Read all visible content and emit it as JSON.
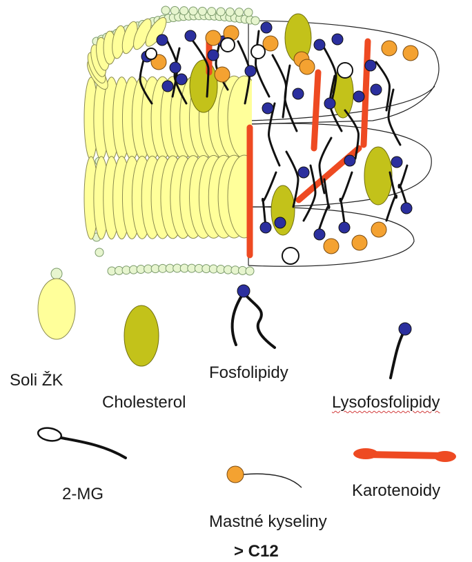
{
  "legend": {
    "bile_salts": "Soli   ŽK",
    "cholesterol": "Cholesterol",
    "phospholipids": "Fosfolipidy",
    "lysophospholipids": "Lysofosfolipidy",
    "monoglyceride": "2-MG",
    "carotenoids": "Karotenoidy",
    "fatty_acids": "Mastné kyseliny",
    "fatty_acids_note": "> C12"
  },
  "colors": {
    "bile_salt": "#ffff9a",
    "bile_head": "#e7f5cf",
    "cholesterol": "#c3c21a",
    "phospholipid_head": "#2b2f9e",
    "fatty_acid_head": "#f4a231",
    "carotenoid": "#ee4a22",
    "chain": "#111111"
  }
}
